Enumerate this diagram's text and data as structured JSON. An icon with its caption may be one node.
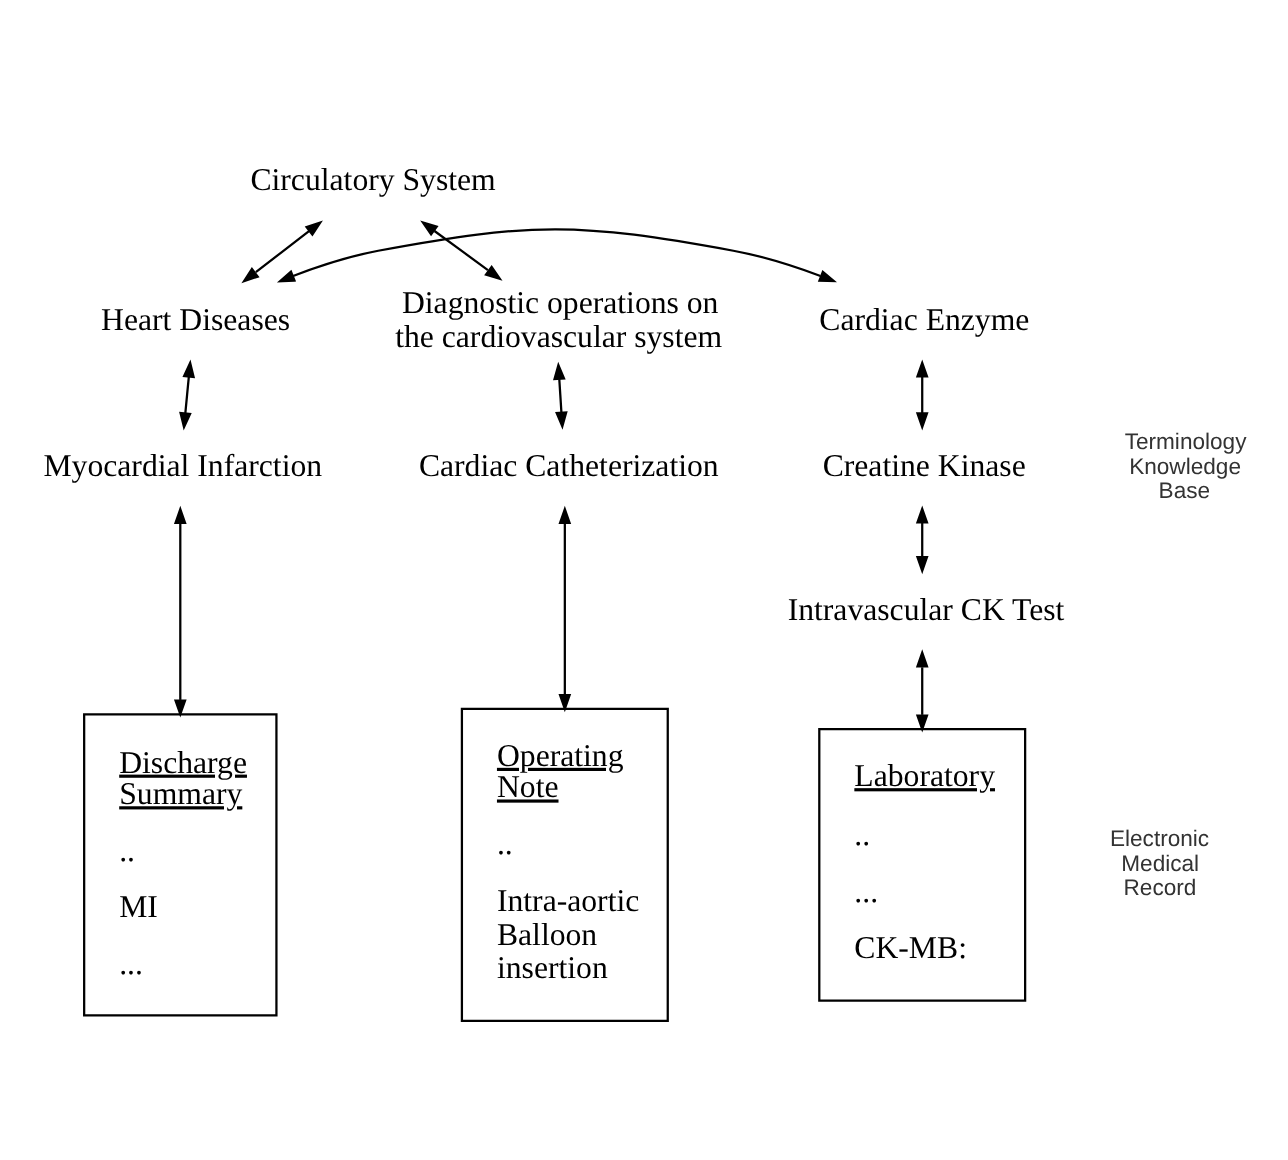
{
  "diagram": {
    "nodes": [
      {
        "text": [
          "Circulatory System"
        ]
      },
      {
        "text": [
          "Heart Diseases"
        ]
      },
      {
        "text": [
          "Cardiac Enzyme"
        ]
      },
      {
        "text": [
          "Diagnostic operations on the cardiovascular system"
        ]
      },
      {
        "text": [
          "Myocardial Infarction"
        ]
      },
      {
        "text": [
          "Creatine Kinase"
        ]
      },
      {
        "text": [
          "Cardiac Catheterization"
        ]
      },
      {
        "text": [
          "Intravascular CK Test"
        ]
      },
      {
        "text": [
          "Discharge Summary",
          "..",
          "MI",
          "..."
        ]
      },
      {
        "text": [
          "Laboratory",
          "..",
          "...",
          "CK-MB:"
        ]
      },
      {
        "text": [
          "Operating Note",
          "..",
          "Intra-aortic Balloon insertion"
        ]
      }
    ],
    "edges": [
      {
        "from": 0,
        "to": 1,
        "arrow": "both"
      },
      {
        "from": 0,
        "to": 3,
        "arrow": "both"
      },
      {
        "from": 1,
        "to": 2,
        "arrow": "both"
      },
      {
        "from": 1,
        "to": 4,
        "arrow": "both"
      },
      {
        "from": 2,
        "to": 5,
        "arrow": "both"
      },
      {
        "from": 3,
        "to": 6,
        "arrow": "both"
      },
      {
        "from": 5,
        "to": 7,
        "arrow": "both"
      },
      {
        "from": 4,
        "to": 8,
        "arrow": "both"
      },
      {
        "from": 7,
        "to": 9,
        "arrow": "both"
      },
      {
        "from": 6,
        "to": 10,
        "arrow": "both"
      }
    ],
    "labels": [
      "Terminology Knowledge Base",
      "Electronic Medical Record"
    ]
  }
}
